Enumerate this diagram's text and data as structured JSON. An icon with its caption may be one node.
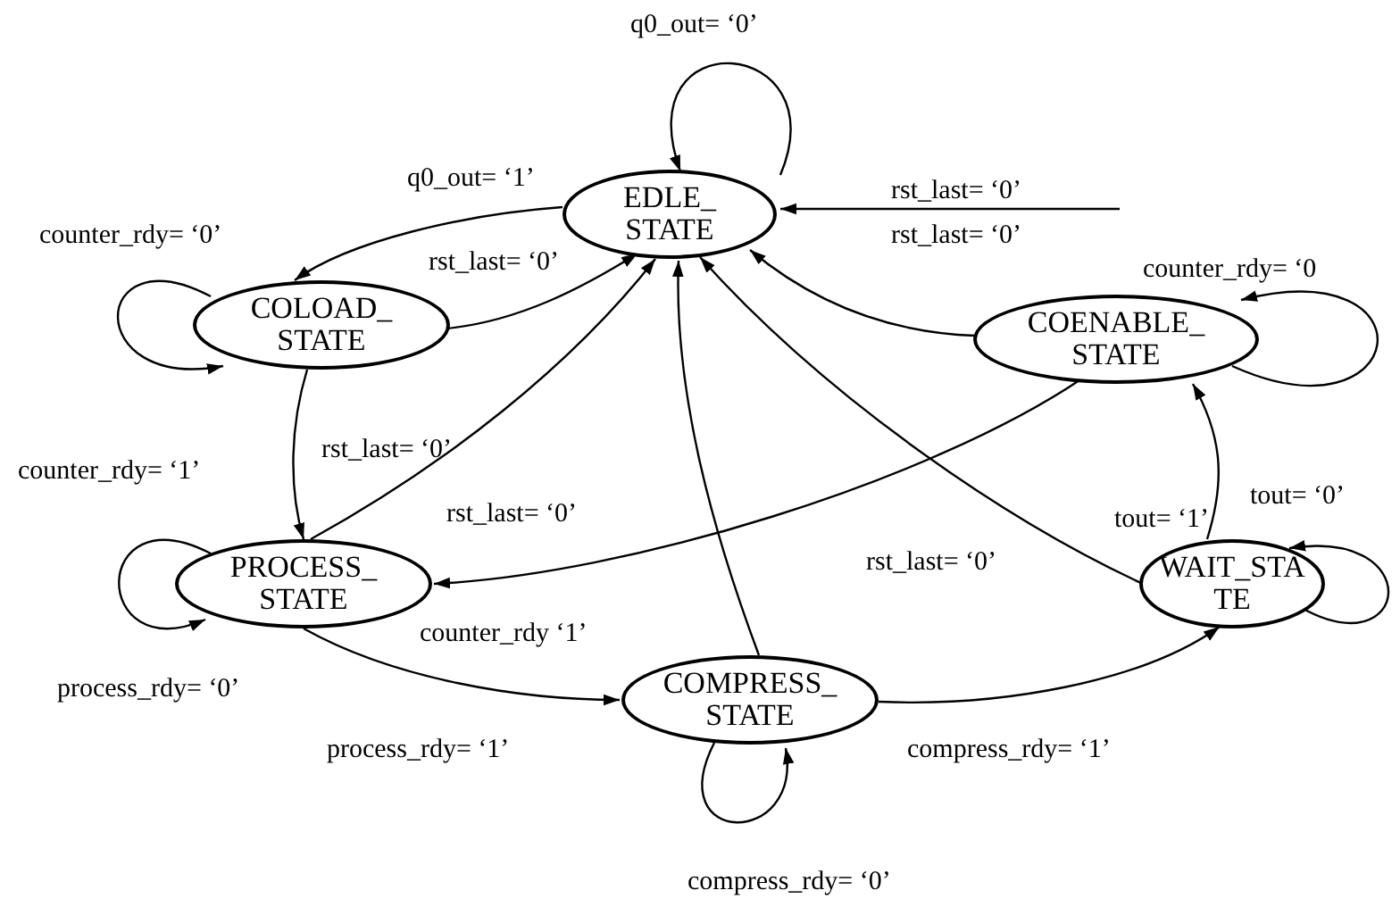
{
  "diagram": {
    "nodes": [
      {
        "text": [
          "EDLE_ STATE"
        ]
      },
      {
        "text": [
          "COLOAD_ STATE"
        ]
      },
      {
        "text": [
          "COENABLE_ STATE"
        ]
      },
      {
        "text": [
          "PROCESS_ STATE"
        ]
      },
      {
        "text": [
          "WAIT_STA TE"
        ]
      },
      {
        "text": [
          "COMPRESS_ STATE"
        ]
      }
    ],
    "edges": [
      {
        "from": 0,
        "to": 0,
        "arrow": "to",
        "label": "q0_out= ‘0’"
      },
      {
        "from": 0,
        "to": 1,
        "arrow": "to",
        "label": "q0_out= ‘1’"
      },
      {
        "from": 1,
        "to": 0,
        "arrow": "to",
        "label": "rst_last= ‘0’"
      },
      {
        "from": 1,
        "to": 1,
        "arrow": "to",
        "label": "counter_rdy= ‘0’"
      },
      {
        "from": null,
        "to": 0,
        "arrow": "to",
        "label": "rst_last= ‘0’"
      },
      {
        "from": 2,
        "to": 2,
        "arrow": "to",
        "label": "counter_rdy= ‘0"
      },
      {
        "from": 2,
        "to": 0,
        "arrow": "to"
      },
      {
        "from": 1,
        "to": 3,
        "arrow": "to",
        "label": "counter_rdy= ‘1’"
      },
      {
        "from": 3,
        "to": 0,
        "arrow": "to",
        "label": "rst_last= ‘0’"
      },
      {
        "from": 2,
        "to": 3,
        "arrow": "to",
        "label": "counter_rdy ‘1’"
      },
      {
        "from": 4,
        "to": 2,
        "arrow": "to",
        "label": "tout= ‘1’"
      },
      {
        "from": 4,
        "to": 4,
        "arrow": "to",
        "label": "tout= ‘0’"
      },
      {
        "from": 4,
        "to": 0,
        "arrow": "to",
        "label": "rst_last= ‘0’"
      },
      {
        "from": 3,
        "to": 3,
        "arrow": "to",
        "label": "process_rdy= ‘0’"
      },
      {
        "from": 3,
        "to": 5,
        "arrow": "to",
        "label": "process_rdy= ‘1’"
      },
      {
        "from": 5,
        "to": 0,
        "arrow": "to"
      },
      {
        "from": 5,
        "to": 5,
        "arrow": "to",
        "label": "compress_rdy= ‘0’"
      },
      {
        "from": 5,
        "to": 4,
        "arrow": "to",
        "label": "compress_rdy= ‘1’"
      }
    ],
    "labels": [
      "rst_last= ‘0’",
      "rst_last= ‘0’"
    ]
  }
}
